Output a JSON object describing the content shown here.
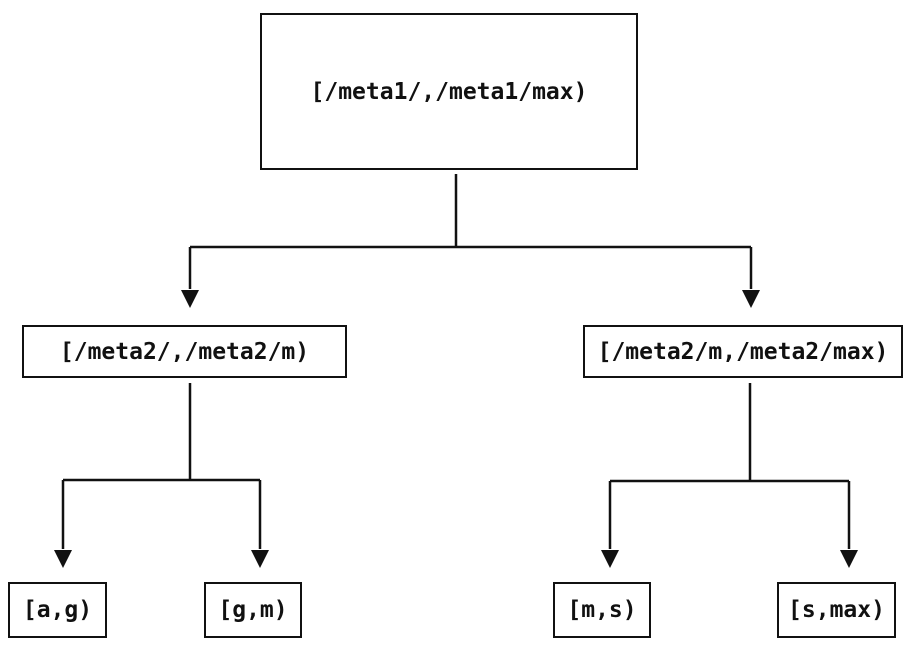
{
  "colors": {
    "ink": "#111111",
    "background": "#ffffff"
  },
  "diagram": {
    "type": "tree",
    "nodes": {
      "root": {
        "label": "[/meta1/,/meta1/max)"
      },
      "meta2_left": {
        "label": "[/meta2/,/meta2/m)"
      },
      "meta2_right": {
        "label": "[/meta2/m,/meta2/max)"
      },
      "leaf_ag": {
        "label": "[a,g)"
      },
      "leaf_gm": {
        "label": "[g,m)"
      },
      "leaf_ms": {
        "label": "[m,s)"
      },
      "leaf_smax": {
        "label": "[s,max)"
      }
    },
    "edges": [
      {
        "from": "root",
        "to": "meta2_left"
      },
      {
        "from": "root",
        "to": "meta2_right"
      },
      {
        "from": "meta2_left",
        "to": "leaf_ag"
      },
      {
        "from": "meta2_left",
        "to": "leaf_gm"
      },
      {
        "from": "meta2_right",
        "to": "leaf_ms"
      },
      {
        "from": "meta2_right",
        "to": "leaf_smax"
      }
    ]
  }
}
